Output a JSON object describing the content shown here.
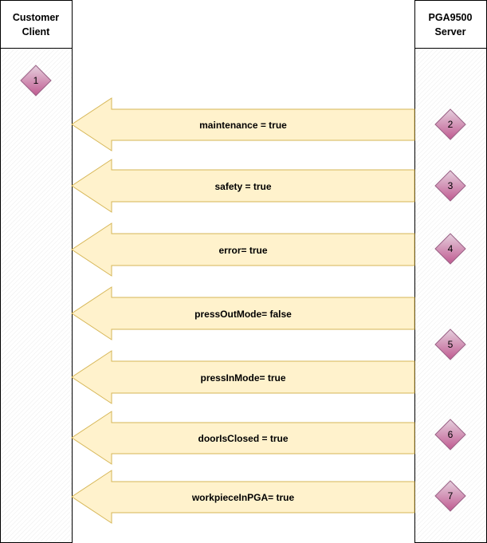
{
  "participants": {
    "client": {
      "line1": "Customer",
      "line2": "Client"
    },
    "server": {
      "line1": "PGA9500",
      "line2": "Server"
    }
  },
  "steps": [
    {
      "label": "1"
    },
    {
      "label": "2"
    },
    {
      "label": "3"
    },
    {
      "label": "4"
    },
    {
      "label": "5"
    },
    {
      "label": "6"
    },
    {
      "label": "7"
    }
  ],
  "messages": [
    {
      "text": "maintenance = true"
    },
    {
      "text": "safety = true"
    },
    {
      "text": "error= true"
    },
    {
      "text": "pressOutMode= false"
    },
    {
      "text": "pressInMode= true"
    },
    {
      "text": "doorIsClosed = true"
    },
    {
      "text": "workpieceInPGA= true"
    }
  ],
  "colors": {
    "arrow_fill": "#fff2cc",
    "arrow_stroke": "#d6b656",
    "badge_light": "#e6d0de",
    "badge_dark": "#c05a90",
    "badge_stroke": "#996185",
    "hatch": "#e8e8e8"
  }
}
